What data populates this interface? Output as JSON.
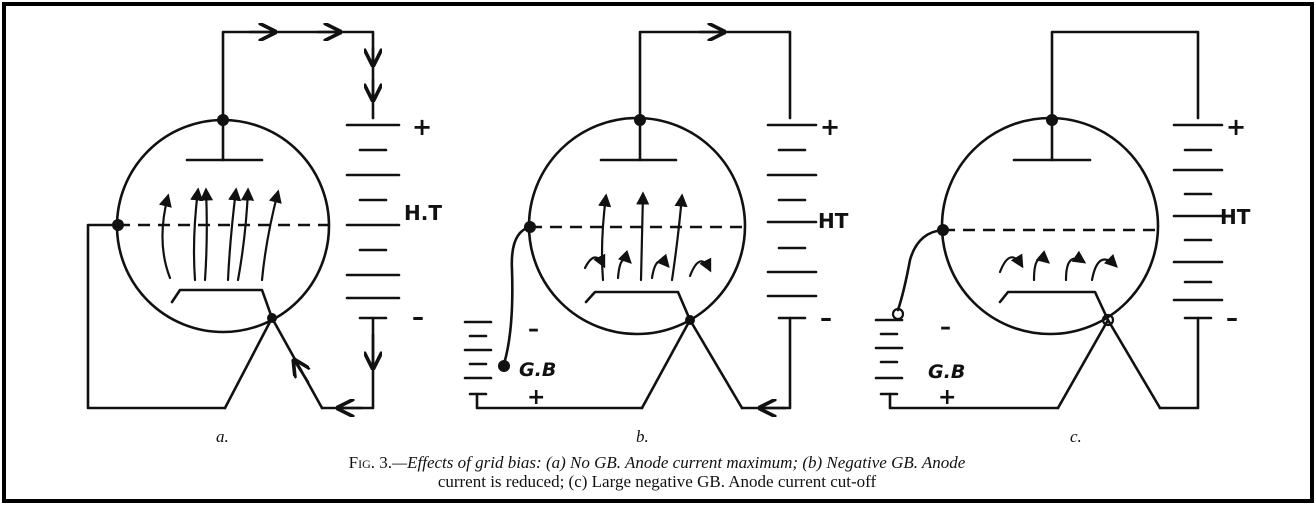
{
  "panels": [
    {
      "id": "a",
      "label": "a.",
      "battery_label": "H.T",
      "plus": "+",
      "minus": "–"
    },
    {
      "id": "b",
      "label": "b.",
      "battery_label": "HT",
      "plus": "+",
      "minus": "–",
      "bias_label": "G.B",
      "bias_plus": "+",
      "bias_minus": "–"
    },
    {
      "id": "c",
      "label": "c.",
      "battery_label": "HT",
      "plus": "+",
      "minus": "–",
      "bias_label": "G.B",
      "bias_plus": "+",
      "bias_minus": "–"
    }
  ],
  "caption": {
    "fig": "Fig. 3.",
    "line1": "—Effects of grid bias: (a) No  GB. Anode current maximum; (b) Negative GB. Anode",
    "line2": "current is reduced; (c) Large negative GB. Anode current cut-off"
  },
  "colors": {
    "ink": "#111111",
    "paper": "#ffffff"
  }
}
